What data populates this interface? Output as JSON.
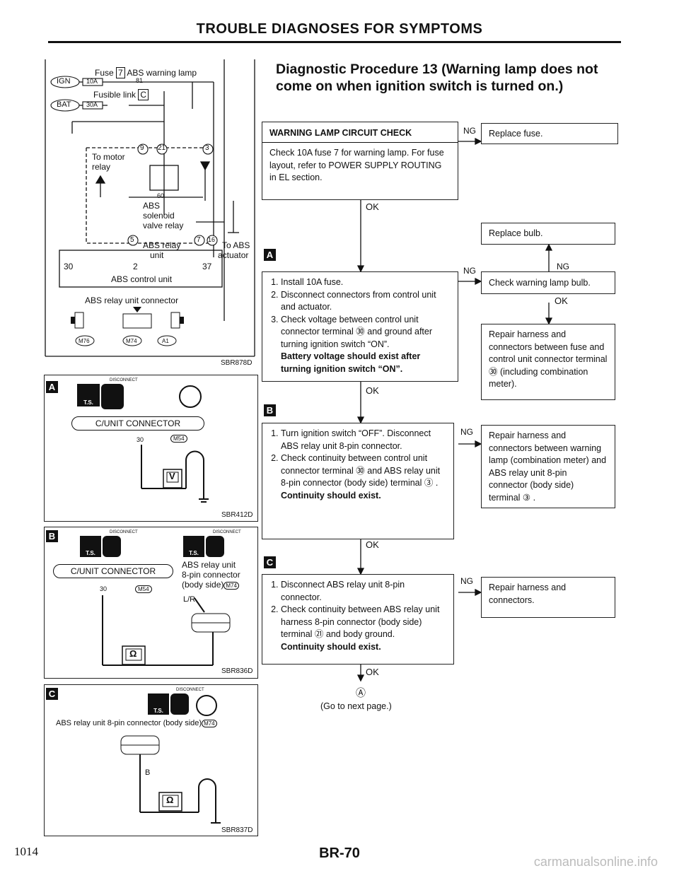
{
  "header": {
    "title": "TROUBLE DIAGNOSES FOR SYMPTOMS"
  },
  "procedure": {
    "title": "Diagnostic Procedure 13 (Warning lamp does not come on when ignition switch is turned on.)"
  },
  "circuit": {
    "fuse_label": "Fuse",
    "fuse_num": "7",
    "warning_lamp": "ABS warning lamp",
    "ign": "IGN",
    "fuse_10a": "10A",
    "circ_81": "81",
    "fusible_link": "Fusible link",
    "fusible_c": "C",
    "bat": "BAT",
    "fuse_30a": "30A",
    "pin9": "9",
    "pin21": "21",
    "pin3": "3",
    "to_motor": "To motor",
    "relay": "relay",
    "pin60": "60",
    "abs": "ABS",
    "solenoid": "solenoid",
    "valve_relay": "valve relay",
    "pin5": "5",
    "pin7": "7",
    "pin16": "16",
    "abs_relay": "ABS relay",
    "unit": "unit",
    "to_abs": "To ABS",
    "actuator": "actuator",
    "c30": "30",
    "c2": "2",
    "c37": "37",
    "control_unit": "ABS control unit",
    "relay_connector": "ABS relay unit connector",
    "conn_m76": "M76",
    "conn_m74": "M74",
    "conn_a1": "A1",
    "ref": "SBR878D"
  },
  "panelA": {
    "letter": "A",
    "disconnect": "DISCONNECT",
    "connector": "C/UNIT CONNECTOR",
    "pin": "30",
    "conn": "M54",
    "meter": "V",
    "ts": "T.S.",
    "ref": "SBR412D"
  },
  "panelB": {
    "letter": "B",
    "disconnect": "DISCONNECT",
    "connector": "C/UNIT CONNECTOR",
    "pin": "30",
    "conn": "M54",
    "relay_unit": "ABS relay unit",
    "pin_connector": "8-pin connector",
    "body_side": "(body side)",
    "conn2": "M74",
    "wire": "L/R",
    "meter": "Ω",
    "ts": "T.S.",
    "ref": "SBR836D"
  },
  "panelC": {
    "letter": "C",
    "disconnect": "DISCONNECT",
    "caption": "ABS relay unit 8-pin connector (body side)",
    "conn": "M74",
    "wire": "B",
    "meter": "Ω",
    "ts": "T.S.",
    "ref": "SBR837D"
  },
  "flow": {
    "step1": {
      "title": "WARNING LAMP CIRCUIT CHECK",
      "text": "Check 10A fuse 7 for warning lamp. For fuse layout, refer to POWER SUPPLY ROUTING in EL section."
    },
    "replace_fuse": "Replace fuse.",
    "replace_bulb": "Replace bulb.",
    "check_bulb": "Check warning lamp bulb.",
    "repair1": "Repair harness and connectors between fuse and control unit connector terminal ㉚ (including combination meter).",
    "markerA": "A",
    "step2": {
      "i1": "Install 10A fuse.",
      "i2": "Disconnect connectors from control unit and actuator.",
      "i3": "Check voltage between control unit connector terminal ㉚ and ground after turning ignition switch “ON”.",
      "bold": "Battery voltage should exist after turning ignition switch “ON”."
    },
    "markerB": "B",
    "step3": {
      "i1": "Turn ignition switch “OFF”. Disconnect ABS relay unit 8-pin connector.",
      "i2": "Check continuity between control unit connector terminal ㉚ and ABS relay unit 8-pin connector (body side) terminal ③ .",
      "bold": "Continuity should exist."
    },
    "repair2": "Repair harness and connectors between warning lamp (combination meter) and ABS relay unit 8-pin connector (body side) terminal ③ .",
    "markerC": "C",
    "step4": {
      "i1": "Disconnect ABS relay unit 8-pin connector.",
      "i2": "Check continuity between ABS relay unit harness 8-pin connector (body side) terminal ㉑ and body ground.",
      "bold": "Continuity should exist."
    },
    "repair3": "Repair harness and connectors.",
    "ng": "NG",
    "ok": "OK",
    "goto_mark": "Ⓐ",
    "goto": "(Go to next page.)"
  },
  "footer": {
    "page_left": "1014",
    "page_center": "BR-70",
    "watermark": "carmanualsonline.info"
  }
}
